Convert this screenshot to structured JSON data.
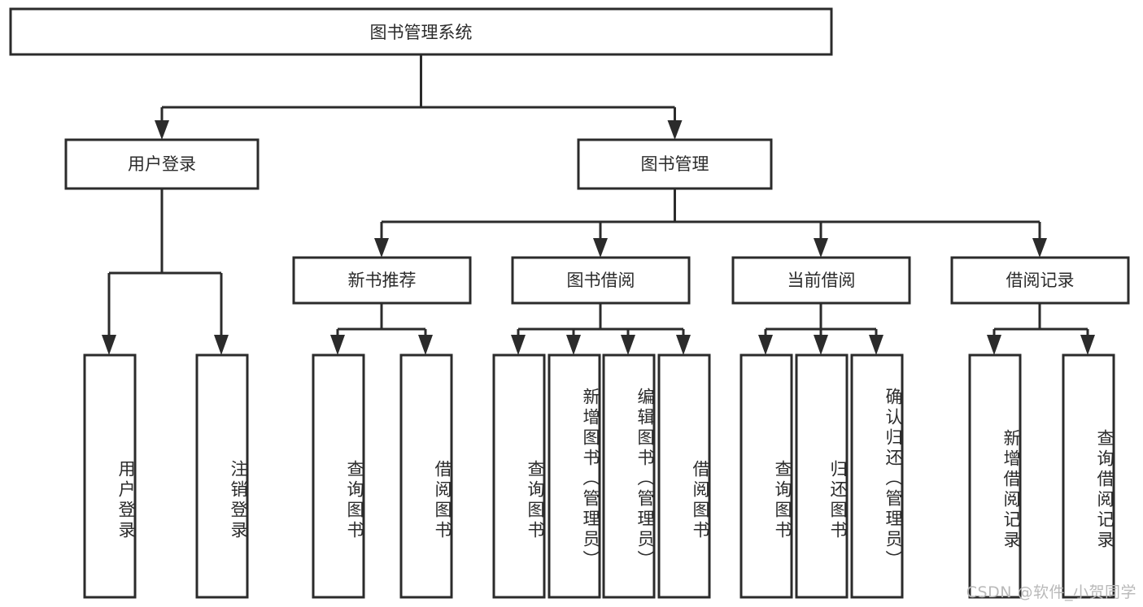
{
  "diagram": {
    "type": "tree",
    "title": "图书管理系统",
    "root": {
      "id": "root",
      "label": "图书管理系统",
      "orientation": "horizontal"
    },
    "level2": [
      {
        "id": "user-login",
        "label": "用户登录",
        "orientation": "horizontal"
      },
      {
        "id": "book-manage",
        "label": "图书管理",
        "orientation": "horizontal"
      }
    ],
    "level3": [
      {
        "id": "new-book-recommend",
        "label": "新书推荐",
        "parent": "book-manage",
        "orientation": "horizontal"
      },
      {
        "id": "book-borrow",
        "label": "图书借阅",
        "parent": "book-manage",
        "orientation": "horizontal"
      },
      {
        "id": "current-borrow",
        "label": "当前借阅",
        "parent": "book-manage",
        "orientation": "horizontal"
      },
      {
        "id": "borrow-record",
        "label": "借阅记录",
        "parent": "book-manage",
        "orientation": "horizontal"
      }
    ],
    "leaves": [
      {
        "id": "leaf-user-login",
        "label": "用户登录",
        "parent": "user-login",
        "orientation": "vertical"
      },
      {
        "id": "leaf-user-logout",
        "label": "注销登录",
        "parent": "user-login",
        "orientation": "vertical"
      },
      {
        "id": "leaf-query-book-1",
        "label": "查询图书",
        "parent": "new-book-recommend",
        "orientation": "vertical"
      },
      {
        "id": "leaf-borrow-book-1",
        "label": "借阅图书",
        "parent": "new-book-recommend",
        "orientation": "vertical"
      },
      {
        "id": "leaf-query-book-2",
        "label": "查询图书",
        "parent": "book-borrow",
        "orientation": "vertical"
      },
      {
        "id": "leaf-add-book",
        "label": "新增图书（管理员）",
        "parent": "book-borrow",
        "orientation": "vertical"
      },
      {
        "id": "leaf-edit-book",
        "label": "编辑图书（管理员）",
        "parent": "book-borrow",
        "orientation": "vertical"
      },
      {
        "id": "leaf-borrow-book-2",
        "label": "借阅图书",
        "parent": "book-borrow",
        "orientation": "vertical"
      },
      {
        "id": "leaf-query-book-3",
        "label": "查询图书",
        "parent": "current-borrow",
        "orientation": "vertical"
      },
      {
        "id": "leaf-return-book",
        "label": "归还图书",
        "parent": "current-borrow",
        "orientation": "vertical"
      },
      {
        "id": "leaf-confirm-return",
        "label": "确认归还（管理员）",
        "parent": "current-borrow",
        "orientation": "vertical"
      },
      {
        "id": "leaf-add-record",
        "label": "新增借阅记录",
        "parent": "borrow-record",
        "orientation": "vertical"
      },
      {
        "id": "leaf-query-record",
        "label": "查询借阅记录",
        "parent": "borrow-record",
        "orientation": "vertical"
      }
    ],
    "watermark": "CSDN @软件_小贺同学",
    "colors": {
      "stroke": "#2b2b2b",
      "fill": "#ffffff",
      "text": "#2b2b2b",
      "watermark": "#b9b9b9",
      "background": "#ffffff"
    }
  }
}
